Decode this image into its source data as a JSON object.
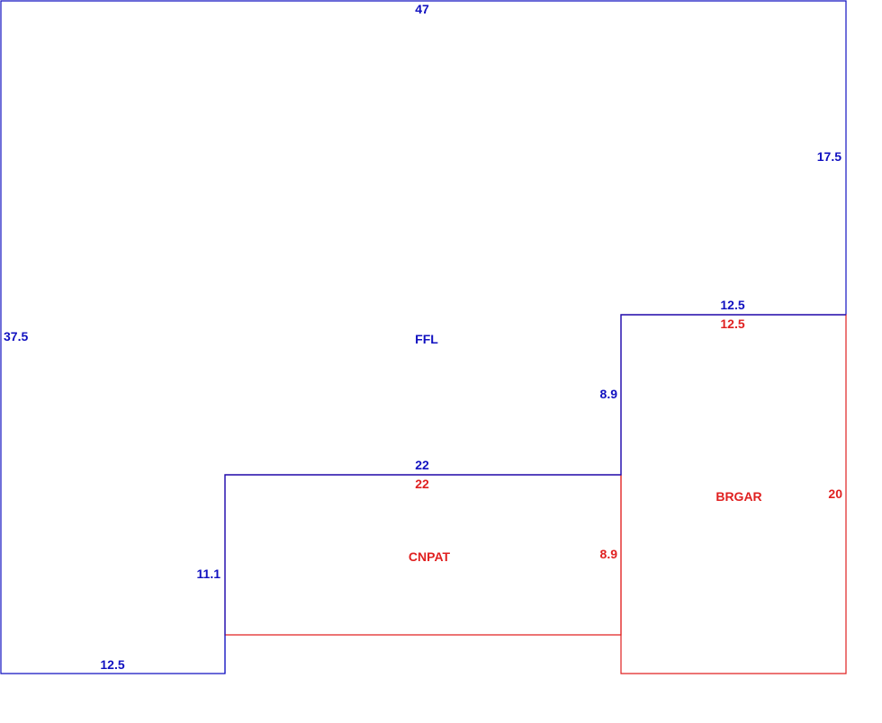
{
  "colors": {
    "main": "#1010c0",
    "sub": "#e02020",
    "background": "#ffffff"
  },
  "areas": {
    "main": {
      "label": "FFL",
      "dims": {
        "top": "47",
        "right_upper": "17.5",
        "left": "37.5",
        "bottom_left": "12.5",
        "step_left": "11.1",
        "notch_top": "22",
        "step_right": "8.9",
        "notch_right_top": "12.5"
      }
    },
    "cnpat": {
      "label": "CNPAT",
      "dims": {
        "top": "22",
        "right": "8.9"
      }
    },
    "brgar": {
      "label": "BRGAR",
      "dims": {
        "top": "12.5",
        "right": "20"
      }
    }
  }
}
